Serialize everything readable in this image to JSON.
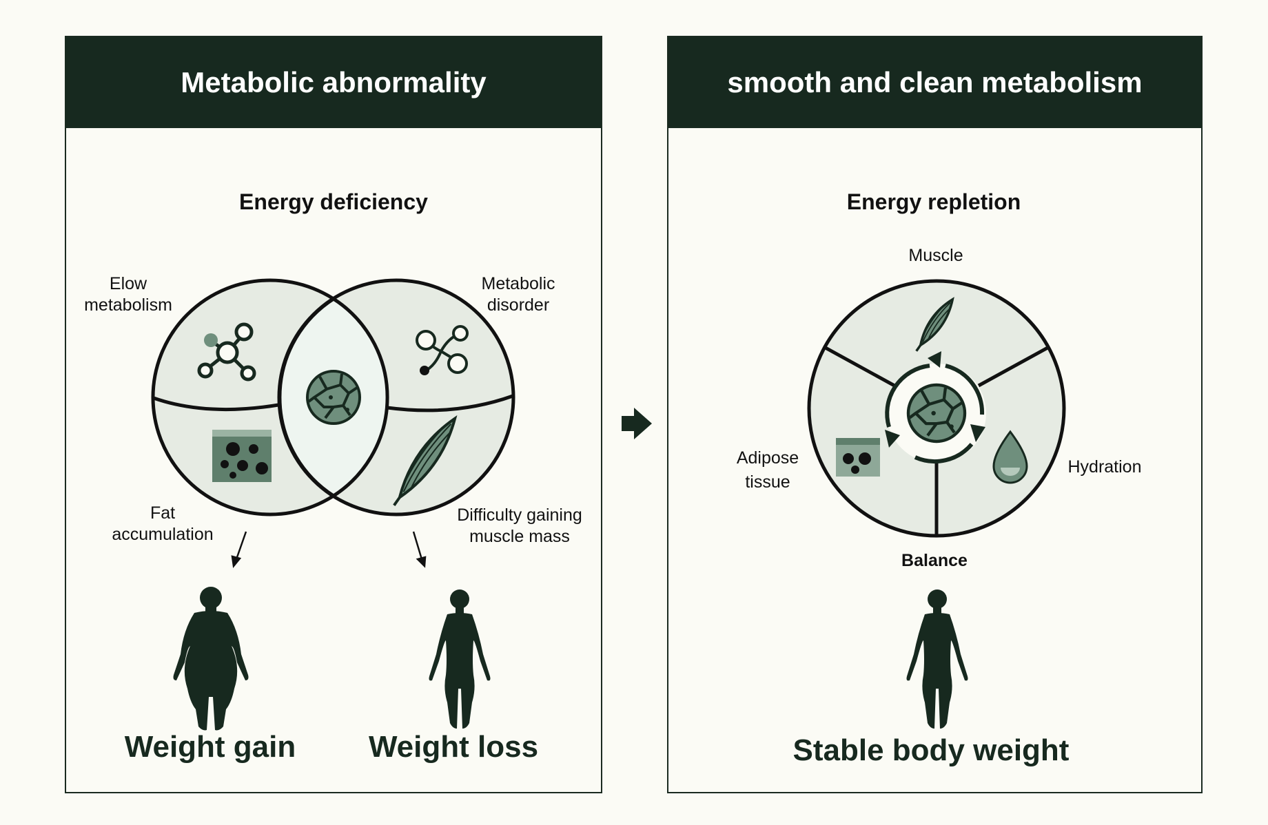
{
  "left_panel": {
    "title": "Metabolic abnormality",
    "subtitle": "Energy deficiency",
    "labels": {
      "top_left": [
        "Elow",
        "metabolism"
      ],
      "top_right": [
        "Metabolic",
        "disorder"
      ],
      "bottom_left": [
        "Fat",
        "accumulation"
      ],
      "bottom_right": [
        "Difficulty gaining",
        "muscle mass"
      ]
    },
    "outcomes": [
      "Weight gain",
      "Weight loss"
    ]
  },
  "right_panel": {
    "title": "smooth and clean metabolism",
    "subtitle": "Energy repletion",
    "labels": {
      "top": "Muscle",
      "left": [
        "Adipose",
        "tissue"
      ],
      "right": "Hydration",
      "bottom": "Balance"
    },
    "outcome": "Stable body weight"
  },
  "colors": {
    "dark": "#17291f",
    "background": "#fbfbf5",
    "light_green": "#e6ebe3",
    "mid_green": "#6f8f7d",
    "pale_center": "#eef5f0"
  },
  "icons": [
    "molecule-icon",
    "network-icon",
    "fat-tissue-icon",
    "muscle-icon",
    "cell-icon",
    "water-drop-icon",
    "cycle-arrows-icon",
    "body-silhouette-icon",
    "right-arrow-icon"
  ]
}
